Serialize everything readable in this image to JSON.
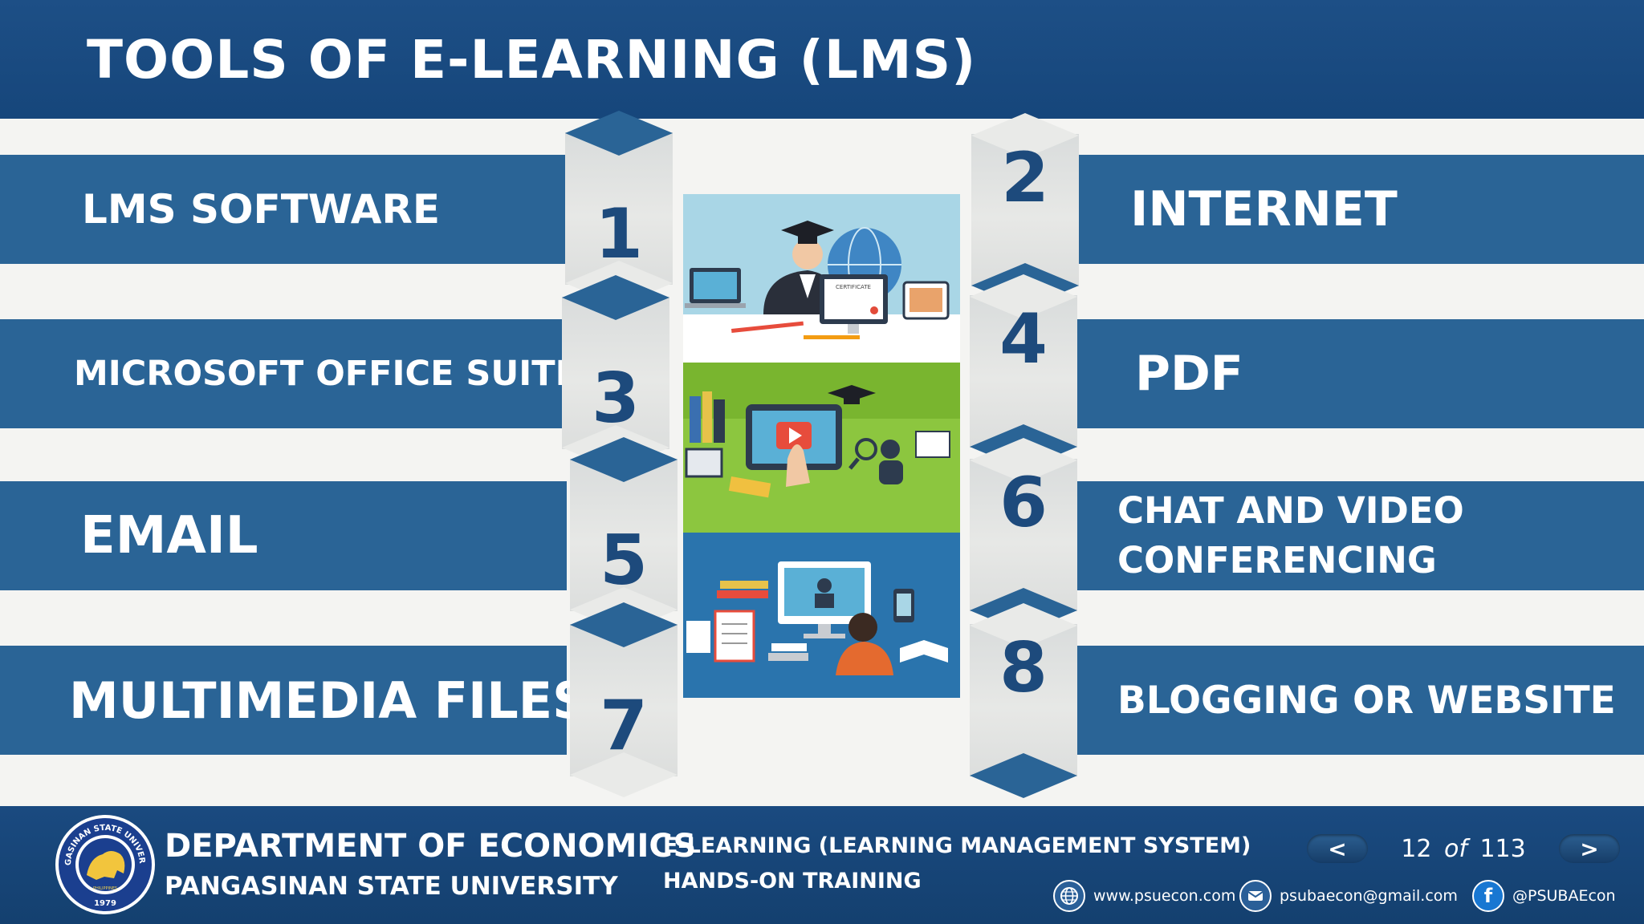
{
  "header": {
    "title": "TOOLS OF E-LEARNING (LMS)"
  },
  "tools": [
    {
      "number": "1",
      "label": "LMS SOFTWARE"
    },
    {
      "number": "2",
      "label": "INTERNET"
    },
    {
      "number": "3",
      "label": "MICROSOFT OFFICE SUITE"
    },
    {
      "number": "4",
      "label": "PDF"
    },
    {
      "number": "5",
      "label": "EMAIL"
    },
    {
      "number": "6",
      "label": "CHAT AND VIDEO CONFERENCING"
    },
    {
      "number": "7",
      "label": "MULTIMEDIA FILES"
    },
    {
      "number": "8",
      "label": "BLOGGING OR WEBSITE"
    }
  ],
  "illustration": {
    "certificate_text": "CERTIFICATE"
  },
  "footer": {
    "logo_text": "PANGASINAN STATE UNIVERSITY",
    "logo_year": "1979",
    "logo_country": "PHILIPPINES",
    "department": "DEPARTMENT OF ECONOMICS",
    "university": "PANGASINAN STATE UNIVERSITY",
    "program_line1": "E-LEARNING (LEARNING MANAGEMENT SYSTEM)",
    "program_line2": "HANDS-ON TRAINING",
    "pager": {
      "prev": "<",
      "current": "12",
      "of": "of",
      "total": "113",
      "next": ">"
    },
    "website": "www.psuecon.com",
    "email": "psubaecon@gmail.com",
    "facebook": "@PSUBAEcon",
    "facebook_glyph": "f"
  },
  "colors": {
    "band": "#2a6496",
    "header": "#1d4f86",
    "number": "#1d4a7c",
    "background": "#f4f4f2"
  }
}
